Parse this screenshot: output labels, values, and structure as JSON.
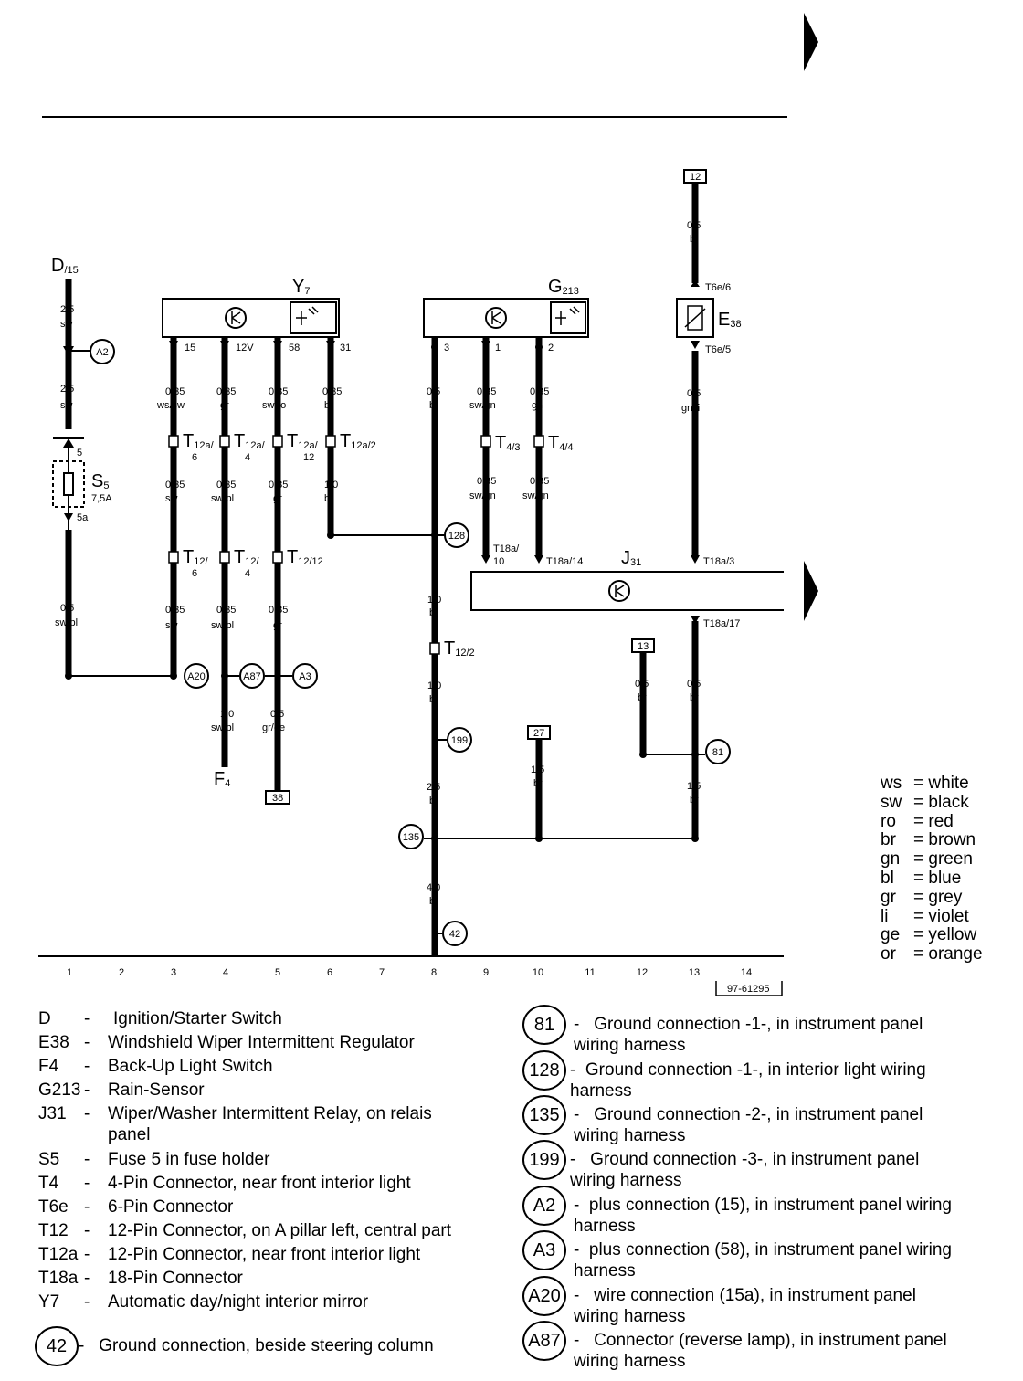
{
  "diagram_code": "97-61295",
  "column_numbers": [
    "1",
    "2",
    "3",
    "4",
    "5",
    "6",
    "7",
    "8",
    "9",
    "10",
    "11",
    "12",
    "13",
    "14"
  ],
  "components": {
    "D": {
      "label": "D",
      "sub": "/15"
    },
    "Y7": {
      "label": "Y",
      "sub": "7"
    },
    "G213": {
      "label": "G",
      "sub": "213"
    },
    "E38": {
      "label": "E",
      "sub": "38"
    },
    "J31": {
      "label": "J",
      "sub": "31"
    },
    "S5": {
      "label": "S",
      "sub": "5",
      "rating": "7,5A"
    },
    "F4": {
      "label": "F",
      "sub": "4"
    }
  },
  "pins": {
    "y7_15": "15",
    "y7_12v": "12V",
    "y7_58": "58",
    "y7_31": "31",
    "g_3": "3",
    "g_1": "1",
    "g_2": "2",
    "s5_top": "5",
    "s5_bot": "5a",
    "e38_top": "T6e/6",
    "e38_bot": "T6e/5",
    "j31_a": "T18a/",
    "j31_a2": "10",
    "j31_b": "T18a/14",
    "j31_c": "T18a/3",
    "j31_d": "T18a/17"
  },
  "wires": {
    "d_top": [
      "2,5",
      "sw"
    ],
    "d_mid": [
      "2,5",
      "sw"
    ],
    "d_bot": [
      "0,5",
      "sw/bl"
    ],
    "c3_a": [
      "0,35",
      "ws/sw"
    ],
    "c3_b": [
      "0,35",
      "sw"
    ],
    "c3_c": [
      "0,35",
      "sw"
    ],
    "c4_a": [
      "0,35",
      "gr"
    ],
    "c4_b": [
      "0,35",
      "sw/bl"
    ],
    "c4_c": [
      "0,35",
      "sw/bl"
    ],
    "c4_d": [
      "1,0",
      "sw/bl"
    ],
    "c5_a": [
      "0,35",
      "sw/ro"
    ],
    "c5_b": [
      "0,35",
      "gr"
    ],
    "c5_c": [
      "0,35",
      "gr"
    ],
    "c5_d": [
      "0,5",
      "gr/ge"
    ],
    "c6_a": [
      "0,35",
      "br"
    ],
    "c6_b": [
      "1,0",
      "br"
    ],
    "c8_a": [
      "0,5",
      "br"
    ],
    "c8_b": [
      "1,0",
      "br"
    ],
    "c8_c": [
      "1,0",
      "br"
    ],
    "c8_d": [
      "2,5",
      "br"
    ],
    "c8_e": [
      "4,0",
      "br"
    ],
    "c9_a": [
      "0,35",
      "sw/gn"
    ],
    "c9_b": [
      "0,35",
      "sw/gn"
    ],
    "c10_a": [
      "0,35",
      "gn"
    ],
    "c10_b": [
      "0,35",
      "sw/gn"
    ],
    "c10_c": [
      "1,5",
      "br"
    ],
    "c12_a": [
      "0,5",
      "br"
    ],
    "c13_top": [
      "0,5",
      "br"
    ],
    "c13_a": [
      "0,5",
      "gn/li"
    ],
    "c13_b": [
      "0,5",
      "br"
    ],
    "c13_c": [
      "1,5",
      "br"
    ]
  },
  "connectors": {
    "t12a6": [
      "T",
      "12a/",
      "6"
    ],
    "t12a4": [
      "T",
      "12a/",
      "4"
    ],
    "t12a12": [
      "T",
      "12a/",
      "12"
    ],
    "t12a2": [
      "T",
      "12a/2",
      ""
    ],
    "t43": [
      "T",
      "4/3",
      ""
    ],
    "t44": [
      "T",
      "4/4",
      ""
    ],
    "t126": [
      "T",
      "12/",
      "6"
    ],
    "t124": [
      "T",
      "12/",
      "4"
    ],
    "t1212": [
      "T",
      "12/12",
      ""
    ],
    "t122": [
      "T",
      "12/2",
      ""
    ]
  },
  "refs": {
    "r12": "12",
    "r13": "13",
    "r27": "27",
    "r38": "38"
  },
  "points": {
    "p128": "128",
    "p199": "199",
    "p81": "81",
    "p135": "135",
    "p42": "42",
    "pA2": "A2",
    "pA20": "A20",
    "pA87": "A87",
    "pA3": "A3"
  },
  "legend_left": [
    {
      "code": "D",
      "dash": "-",
      "desc": "Ignition/Starter Switch"
    },
    {
      "code": "E38",
      "dash": "-",
      "desc": "Windshield Wiper Intermittent Regulator"
    },
    {
      "code": "F4",
      "dash": "-",
      "desc": "Back-Up Light Switch"
    },
    {
      "code": "G213",
      "dash": "-",
      "desc": "Rain-Sensor"
    },
    {
      "code": "J31",
      "dash": "-",
      "desc": "Wiper/Washer Intermittent Relay, on relais panel"
    },
    {
      "code": "S5",
      "dash": "-",
      "desc": "Fuse 5 in fuse holder"
    },
    {
      "code": "T4",
      "dash": "-",
      "desc": "4-Pin Connector, near front interior light"
    },
    {
      "code": "T6e",
      "dash": "-",
      "desc": "6-Pin Connector"
    },
    {
      "code": "T12",
      "dash": "-",
      "desc": "12-Pin Connector, on A pillar left, central part"
    },
    {
      "code": "T12a",
      "dash": "-",
      "desc": "12-Pin Connector, near front interior light"
    },
    {
      "code": "T18a",
      "dash": "-",
      "desc": "18-Pin Connector"
    },
    {
      "code": "Y7",
      "dash": "-",
      "desc": "Automatic day/night interior mirror"
    }
  ],
  "legend_42": {
    "code": "42",
    "desc": "Ground connection, beside steering column"
  },
  "legend_right": [
    {
      "code": "81",
      "desc": "Ground connection -1-, in instrument panel wiring harness"
    },
    {
      "code": "128",
      "desc": "Ground connection -1-, in interior light wiring harness"
    },
    {
      "code": "135",
      "desc": "Ground connection -2-, in instrument panel wiring harness"
    },
    {
      "code": "199",
      "desc": "Ground connection -3-, in instrument panel wiring harness"
    },
    {
      "code": "A2",
      "desc": "plus connection (15), in instrument panel wiring harness"
    },
    {
      "code": "A3",
      "desc": "plus connection (58), in instrument panel wiring harness"
    },
    {
      "code": "A20",
      "desc": "wire connection (15a), in instrument panel wiring harness"
    },
    {
      "code": "A87",
      "desc": "Connector (reverse lamp), in instrument panel wiring harness"
    }
  ],
  "color_codes": [
    {
      "abbr": "ws",
      "name": "white"
    },
    {
      "abbr": "sw",
      "name": "black"
    },
    {
      "abbr": "ro",
      "name": "red"
    },
    {
      "abbr": "br",
      "name": "brown"
    },
    {
      "abbr": "gn",
      "name": "green"
    },
    {
      "abbr": "bl",
      "name": "blue"
    },
    {
      "abbr": "gr",
      "name": "grey"
    },
    {
      "abbr": "li",
      "name": "violet"
    },
    {
      "abbr": "ge",
      "name": "yellow"
    },
    {
      "abbr": "or",
      "name": "orange"
    }
  ]
}
